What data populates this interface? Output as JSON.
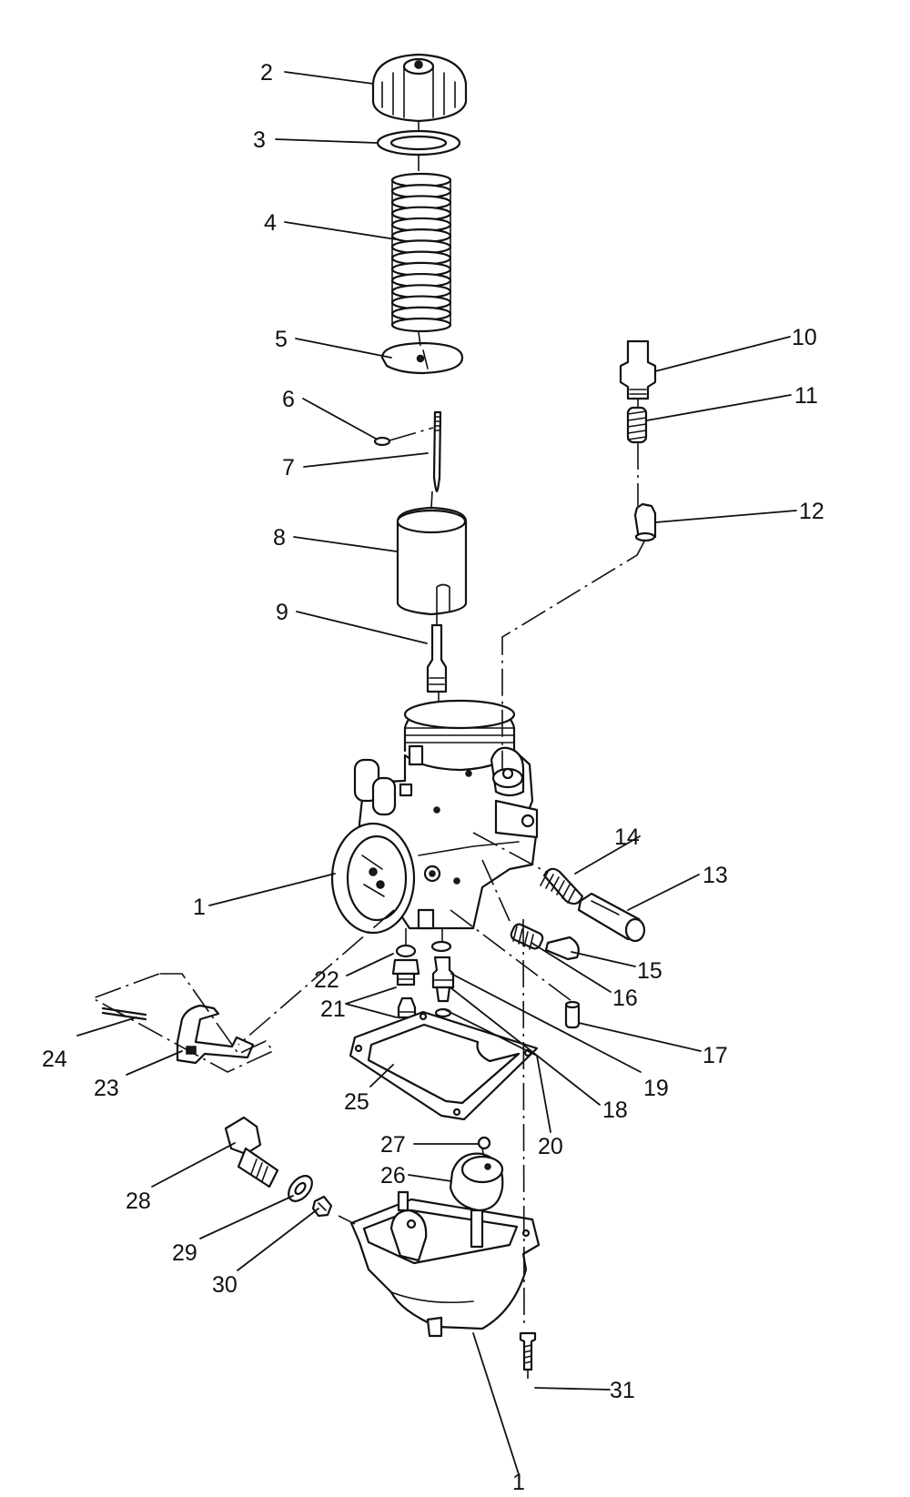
{
  "diagram": {
    "callouts": [
      {
        "id": "c2",
        "label": "2"
      },
      {
        "id": "c3",
        "label": "3"
      },
      {
        "id": "c4",
        "label": "4"
      },
      {
        "id": "c5",
        "label": "5"
      },
      {
        "id": "c6",
        "label": "6"
      },
      {
        "id": "c7",
        "label": "7"
      },
      {
        "id": "c8",
        "label": "8"
      },
      {
        "id": "c9",
        "label": "9"
      },
      {
        "id": "c10",
        "label": "10"
      },
      {
        "id": "c11",
        "label": "11"
      },
      {
        "id": "c12",
        "label": "12"
      },
      {
        "id": "c1a",
        "label": "1"
      },
      {
        "id": "c14",
        "label": "14"
      },
      {
        "id": "c13",
        "label": "13"
      },
      {
        "id": "c15",
        "label": "15"
      },
      {
        "id": "c16",
        "label": "16"
      },
      {
        "id": "c17",
        "label": "17"
      },
      {
        "id": "c22",
        "label": "22"
      },
      {
        "id": "c21",
        "label": "21"
      },
      {
        "id": "c24",
        "label": "24"
      },
      {
        "id": "c23",
        "label": "23"
      },
      {
        "id": "c25",
        "label": "25"
      },
      {
        "id": "c19",
        "label": "19"
      },
      {
        "id": "c18",
        "label": "18"
      },
      {
        "id": "c27",
        "label": "27"
      },
      {
        "id": "c26",
        "label": "26"
      },
      {
        "id": "c20",
        "label": "20"
      },
      {
        "id": "c28",
        "label": "28"
      },
      {
        "id": "c29",
        "label": "29"
      },
      {
        "id": "c30",
        "label": "30"
      },
      {
        "id": "c31",
        "label": "31"
      },
      {
        "id": "c1b",
        "label": "1"
      }
    ]
  }
}
